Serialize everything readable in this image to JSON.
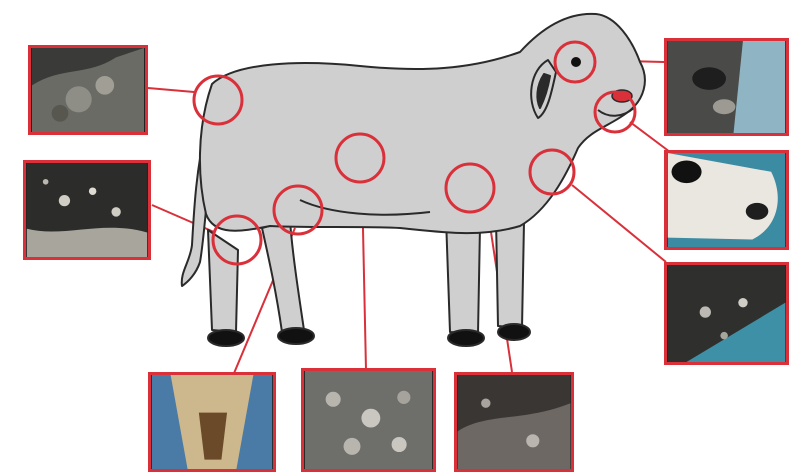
{
  "colors": {
    "accent": "#d9303a",
    "body_fill": "#cfcfcf",
    "outline": "#2a2a2a",
    "hoof": "#111111",
    "background": "#ffffff"
  },
  "animal": {
    "icon": "sheep-illustration"
  },
  "callouts": [
    {
      "name": "callout-rump",
      "photo_icon": "skin-lesion-photo"
    },
    {
      "name": "callout-eye",
      "photo_icon": "eye-lesion-photo"
    },
    {
      "name": "callout-muzzle",
      "photo_icon": "muzzle-lesion-photo"
    },
    {
      "name": "callout-hind-leg",
      "photo_icon": "leg-skin-photo"
    },
    {
      "name": "callout-flank",
      "photo_icon": "wool-lesion-photo"
    },
    {
      "name": "callout-belly",
      "photo_icon": "wool-lesion-photo"
    },
    {
      "name": "callout-foreleg",
      "photo_icon": "leg-skin-photo"
    },
    {
      "name": "callout-shoulder",
      "photo_icon": "shoulder-lesion-photo"
    }
  ]
}
